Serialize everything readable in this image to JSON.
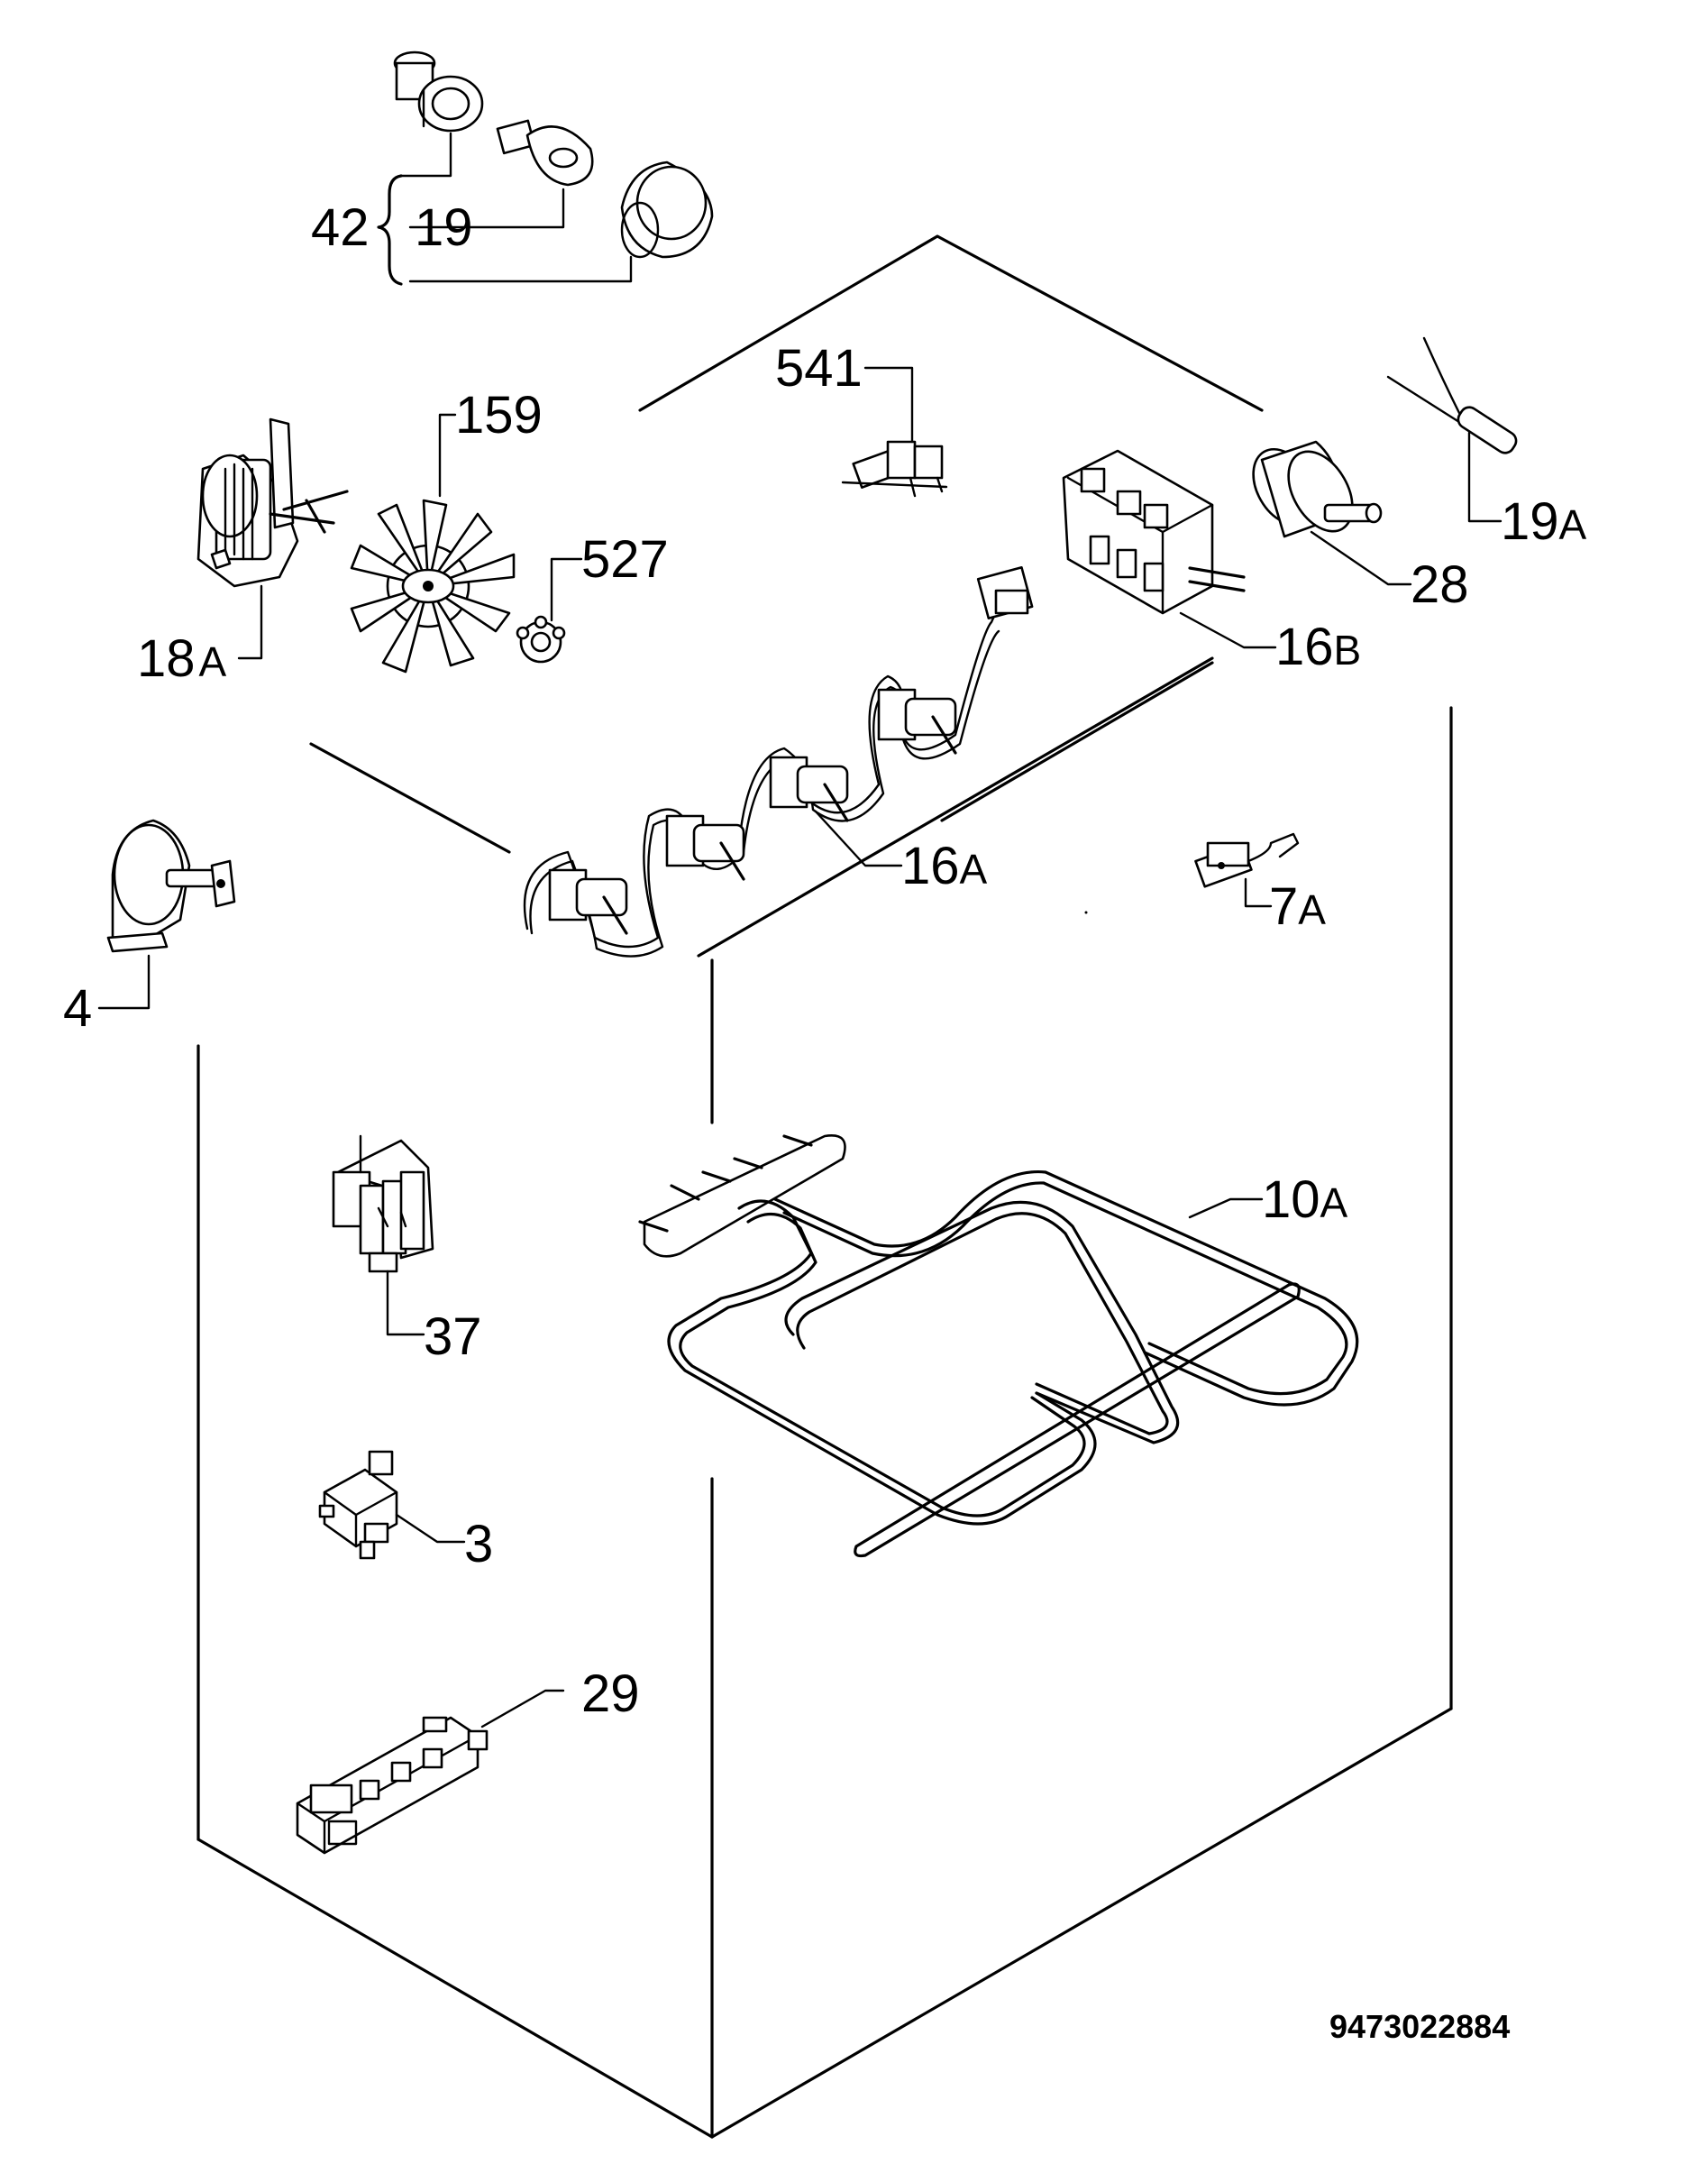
{
  "callouts": {
    "p42": "42",
    "p19": "19",
    "p541": "541",
    "p159": "159",
    "p527": "527",
    "p19a": "19",
    "p19a_suffix": "A",
    "p28": "28",
    "p18a": "18",
    "p18a_suffix": "A",
    "p16b": "16",
    "p16b_suffix": "B",
    "p16a": "16",
    "p16a_suffix": "A",
    "p7a": "7",
    "p7a_suffix": "A",
    "p4": "4",
    "p10a": "10",
    "p10a_suffix": "A",
    "p37": "37",
    "p3": "3",
    "p29": "29"
  },
  "document_code": "9473022884"
}
